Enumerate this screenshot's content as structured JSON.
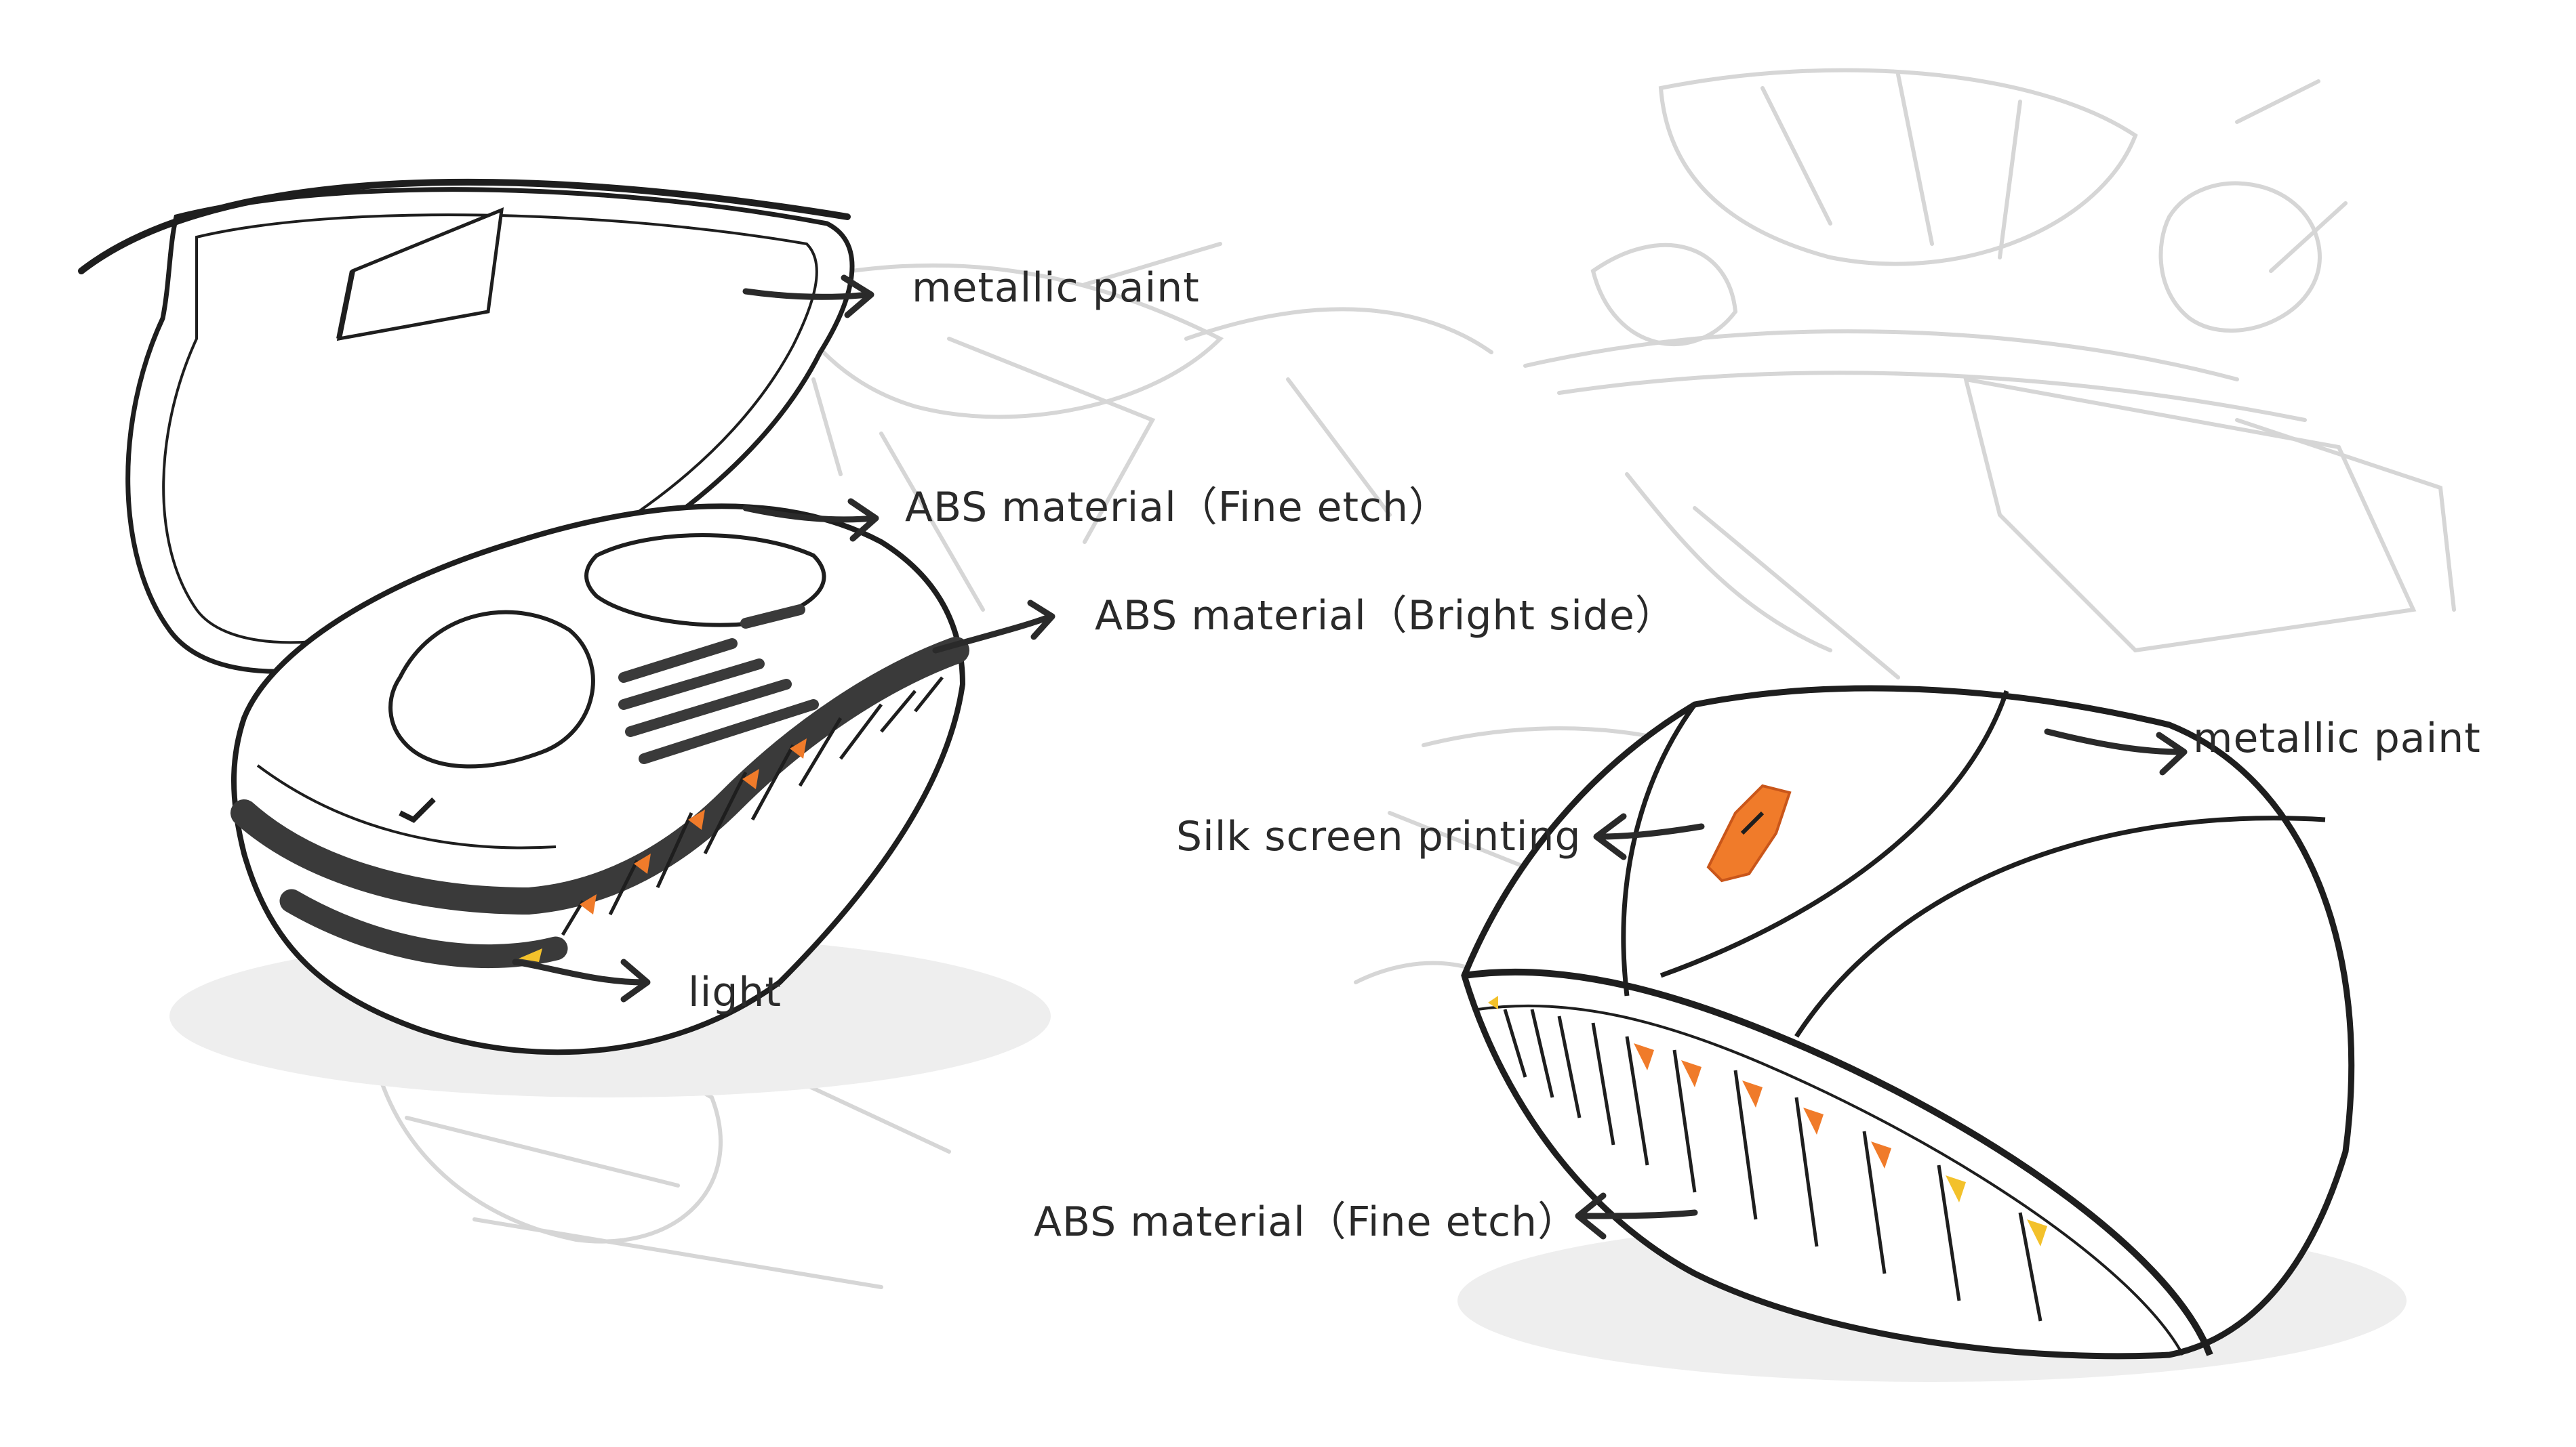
{
  "annotations": {
    "metallic_paint_1": "metallic paint",
    "abs_fine_etch_1": "ABS material（Fine etch）",
    "abs_bright_side": "ABS material（Bright side）",
    "light": "light",
    "metallic_paint_2": "metallic paint",
    "silk_screen": "Silk screen printing",
    "abs_fine_etch_2": "ABS material（Fine etch）"
  },
  "colors": {
    "ink": "#1e1e1e",
    "sketch": "#d6d6d6",
    "accent_orange": "#f07b2a",
    "light_yellow": "#f3c12b",
    "dark_panel": "#3a3a3a",
    "shadow": "#cfcfcf"
  }
}
